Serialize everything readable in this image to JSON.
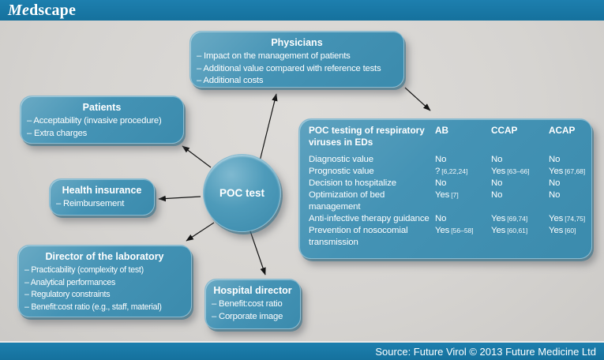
{
  "header": {
    "logo_italic": "Me",
    "logo_rest": "dscape"
  },
  "footer": {
    "source": "Source: Future Virol © 2013 Future Medicine Ltd"
  },
  "center": {
    "label": "POC test"
  },
  "colors": {
    "brand_bar_blue": "#1878a8",
    "node_teal": "#4493b5",
    "background_gray": "#d6d4d1",
    "text_white": "#ffffff"
  },
  "boxes": {
    "physicians": {
      "title": "Physicians",
      "items": [
        "– Impact on the management of patients",
        "– Additional value compared with reference tests",
        "– Additional costs"
      ]
    },
    "patients": {
      "title": "Patients",
      "items": [
        "– Acceptability (invasive procedure)",
        "– Extra charges"
      ]
    },
    "health_insurance": {
      "title": "Health insurance",
      "items": [
        "– Reimbursement"
      ]
    },
    "lab_director": {
      "title": "Director of the laboratory",
      "items": [
        "– Practicability (complexity of test)",
        "– Analytical performances",
        "– Regulatory constraints",
        "– Benefit:cost ratio (e.g., staff, material)"
      ]
    },
    "hospital_director": {
      "title": "Hospital director",
      "items": [
        "– Benefit:cost ratio",
        "– Corporate image"
      ]
    }
  },
  "table": {
    "header": {
      "label": "POC testing of respiratory viruses in EDs",
      "col1": "AB",
      "col2": "CCAP",
      "col3": "ACAP"
    },
    "rows": [
      {
        "label": "Diagnostic value",
        "ab": {
          "v": "No",
          "ref": ""
        },
        "ccap": {
          "v": "No",
          "ref": ""
        },
        "acap": {
          "v": "No",
          "ref": ""
        }
      },
      {
        "label": "Prognostic value",
        "ab": {
          "v": "?",
          "ref": "[6,22,24]"
        },
        "ccap": {
          "v": "Yes",
          "ref": "[63–66]"
        },
        "acap": {
          "v": "Yes",
          "ref": "[67,68]"
        }
      },
      {
        "label": "Decision to hospitalize",
        "ab": {
          "v": "No",
          "ref": ""
        },
        "ccap": {
          "v": "No",
          "ref": ""
        },
        "acap": {
          "v": "No",
          "ref": ""
        }
      },
      {
        "label": "Optimization of bed management",
        "ab": {
          "v": "Yes",
          "ref": "[7]"
        },
        "ccap": {
          "v": "No",
          "ref": ""
        },
        "acap": {
          "v": "No",
          "ref": ""
        }
      },
      {
        "label": "Anti-infective therapy guidance",
        "ab": {
          "v": "No",
          "ref": ""
        },
        "ccap": {
          "v": "Yes",
          "ref": "[69,74]"
        },
        "acap": {
          "v": "Yes",
          "ref": "[74,75]"
        }
      },
      {
        "label": "Prevention of nosocomial transmission",
        "ab": {
          "v": "Yes",
          "ref": "[56–58]"
        },
        "ccap": {
          "v": "Yes",
          "ref": "[60,61]"
        },
        "acap": {
          "v": "Yes",
          "ref": "[60]"
        }
      }
    ]
  }
}
